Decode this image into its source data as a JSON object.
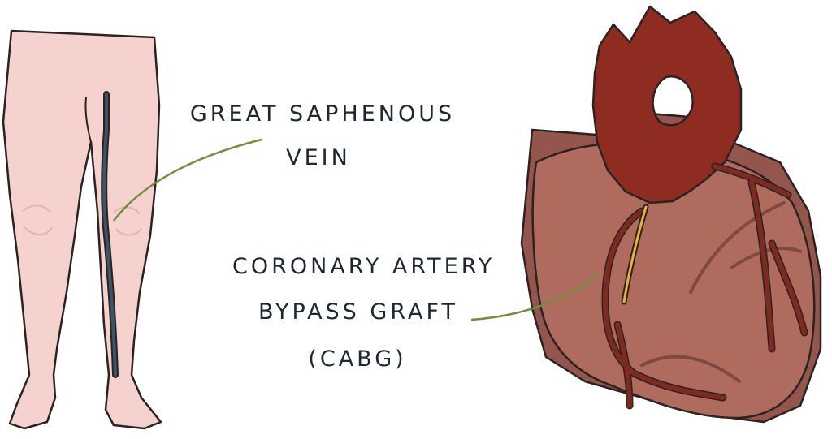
{
  "labels": {
    "saphenous_line1": "GREAT SAPHENOUS",
    "saphenous_line2": "VEIN",
    "cabg_line1": "CORONARY ARTERY",
    "cabg_line2": "BYPASS GRAFT",
    "cabg_line3": "(CABG)"
  },
  "colors": {
    "skin": "#f6d2cf",
    "skin_outline": "#2b2222",
    "vein": "#3c5468",
    "leader_line": "#6f8f3e",
    "heart_body": "#b06b5f",
    "heart_shadow": "#94564c",
    "aorta": "#8e2c22",
    "coronary_vessel": "#7d2b20",
    "graft": "#e9b23a",
    "text": "#1f2733"
  }
}
